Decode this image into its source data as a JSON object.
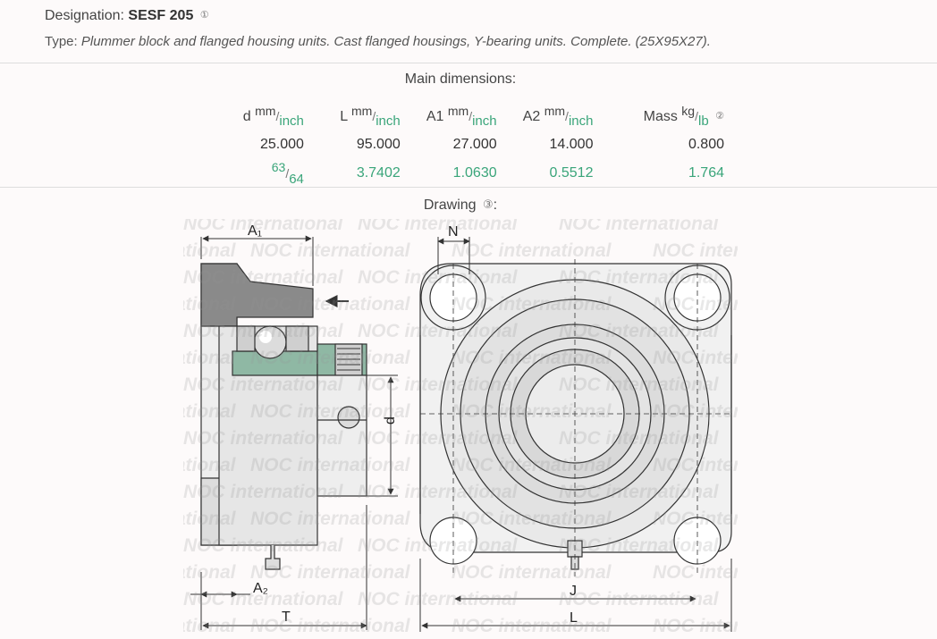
{
  "designation": {
    "label": "Designation:",
    "value": "SESF 205",
    "info_glyph": "①"
  },
  "type": {
    "label": "Type:",
    "value": "Plummer block and flanged housing units. Cast flanged housings, Y-bearing units. Complete. (25X95X27)."
  },
  "main_dimensions": {
    "title": "Main dimensions:",
    "columns": [
      {
        "name": "d",
        "unit_top": "mm",
        "unit_bottom": "inch",
        "mm": "25.000",
        "inch_num": "63",
        "inch_den": "64"
      },
      {
        "name": "L",
        "unit_top": "mm",
        "unit_bottom": "inch",
        "mm": "95.000",
        "inch": "3.7402"
      },
      {
        "name": "A1",
        "unit_top": "mm",
        "unit_bottom": "inch",
        "mm": "27.000",
        "inch": "1.0630"
      },
      {
        "name": "A2",
        "unit_top": "mm",
        "unit_bottom": "inch",
        "mm": "14.000",
        "inch": "0.5512"
      },
      {
        "name": "Mass",
        "unit_top": "kg",
        "unit_bottom": "lb",
        "info_glyph": "②",
        "mm": "0.800",
        "inch": "1.764"
      }
    ]
  },
  "drawing": {
    "title": "Drawing",
    "info_glyph": "③",
    "colon": ":",
    "labels": {
      "A1": "A₁",
      "A2": "A₂",
      "N": "N",
      "T": "T",
      "d": "d",
      "J": "J",
      "L": "L"
    },
    "watermark_text": "NOC international"
  },
  "colors": {
    "inch_green": "#3aa57a",
    "section_gray": "#8a8a8a",
    "seal_green": "#8fb8a4"
  }
}
